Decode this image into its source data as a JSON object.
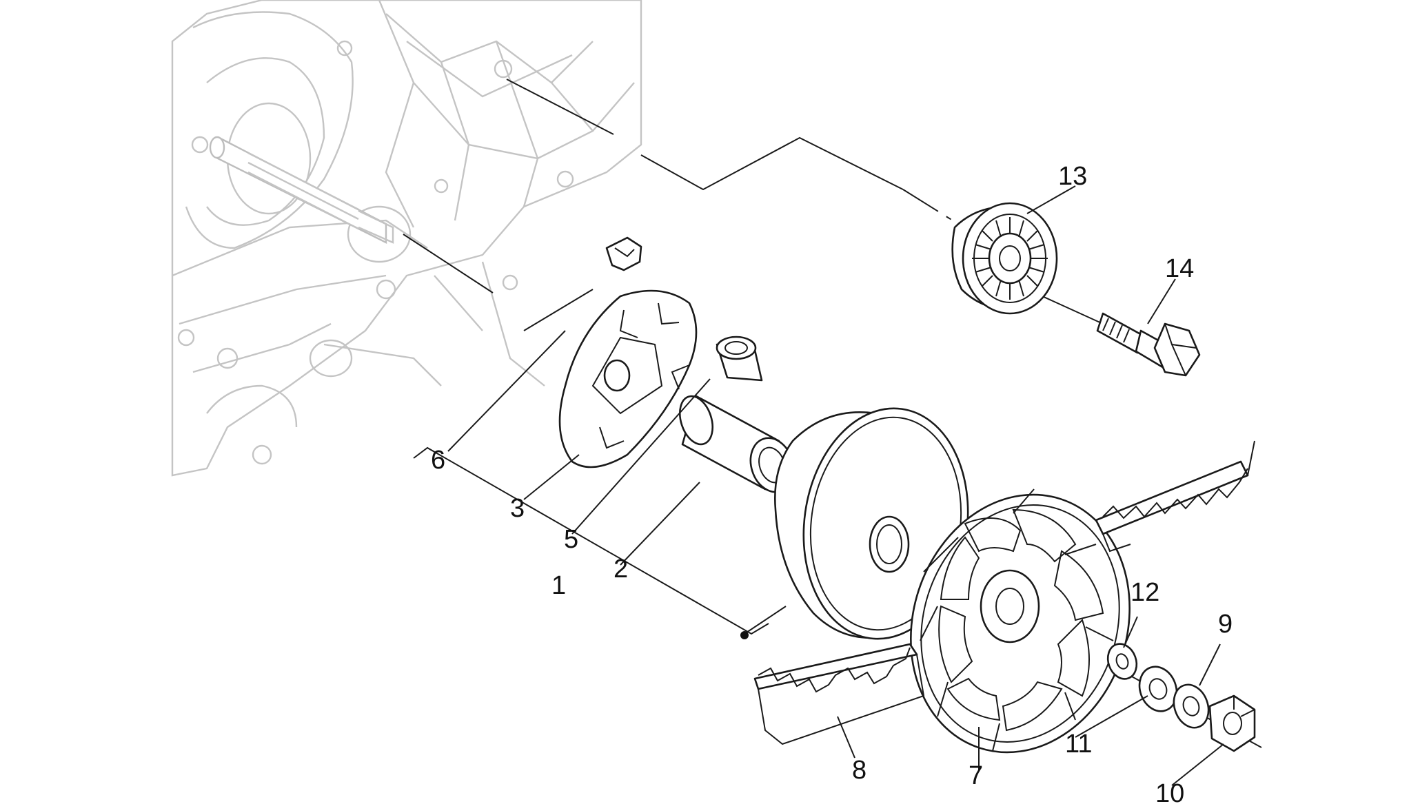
{
  "callouts": {
    "c1": "1",
    "c2": "2",
    "c3": "3",
    "c5": "5",
    "c6": "6",
    "c7": "7",
    "c8": "8",
    "c9": "9",
    "c10": "10",
    "c11": "11",
    "c12": "12",
    "c13": "13",
    "c14": "14"
  },
  "colors": {
    "line": "#1a1a1a",
    "ghost": "#c4c4c4",
    "background": "#ffffff"
  }
}
